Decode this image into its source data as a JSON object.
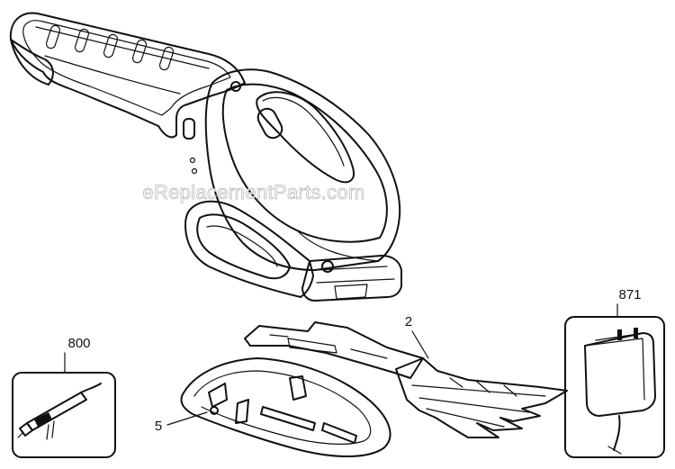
{
  "watermark": "eReplacementParts.com",
  "callouts": {
    "battery_charger_cord": "800",
    "blade": "2",
    "blade_cover": "5",
    "charger_adapter": "871"
  }
}
